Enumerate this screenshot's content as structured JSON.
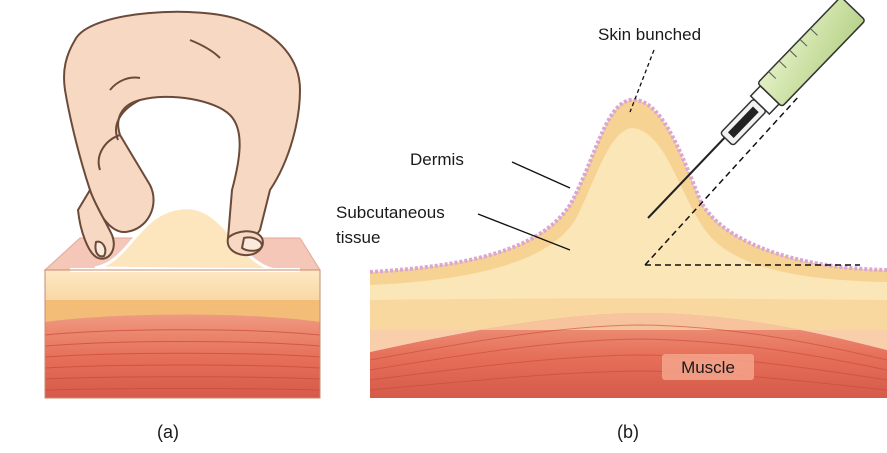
{
  "panels": [
    {
      "id": "a",
      "caption": "(a)"
    },
    {
      "id": "b",
      "caption": "(b)"
    }
  ],
  "labels": {
    "skin_bunched": "Skin bunched",
    "dermis": "Dermis",
    "subcutaneous_line1": "Subcutaneous",
    "subcutaneous_line2": "tissue",
    "muscle": "Muscle"
  },
  "colors": {
    "skin_outline": "#d9a6d6",
    "subcutaneous": "#fbe6b8",
    "dermis": "#f6cf8c",
    "muscle": "#e77a63",
    "muscle_dark": "#d65a4a",
    "hand": "#f7d9c3",
    "syringe_barrel": "#cfe4a8",
    "needle": "#222222"
  }
}
